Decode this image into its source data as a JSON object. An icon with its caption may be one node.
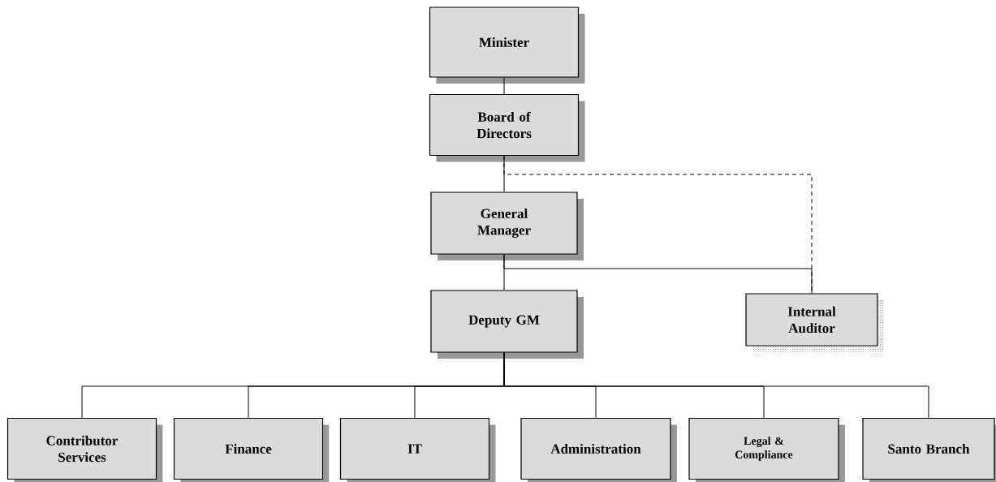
{
  "diagram": {
    "nodes": [
      {
        "text": [
          "Minister"
        ]
      },
      {
        "text": [
          "Board of Directors"
        ]
      },
      {
        "text": [
          "General Manager"
        ]
      },
      {
        "text": [
          "Deputy GM"
        ]
      },
      {
        "text": [
          "Internal Auditor"
        ]
      },
      {
        "text": [
          "Contributor Services"
        ]
      },
      {
        "text": [
          "Finance"
        ]
      },
      {
        "text": [
          "IT"
        ]
      },
      {
        "text": [
          "Administration"
        ]
      },
      {
        "text": [
          "Legal & Compliance"
        ]
      },
      {
        "text": [
          "Santo Branch"
        ]
      }
    ],
    "edges": [
      {
        "from": 0,
        "to": 1,
        "arrow": "none"
      },
      {
        "from": 1,
        "to": 2,
        "arrow": "none"
      },
      {
        "from": 1,
        "to": 4,
        "arrow": "none",
        "style": "dashed"
      },
      {
        "from": 2,
        "to": 3,
        "arrow": "none"
      },
      {
        "from": 2,
        "to": 4,
        "arrow": "none"
      },
      {
        "from": 3,
        "to": 5,
        "arrow": "none"
      },
      {
        "from": 3,
        "to": 6,
        "arrow": "none"
      },
      {
        "from": 3,
        "to": 7,
        "arrow": "none"
      },
      {
        "from": 3,
        "to": 8,
        "arrow": "none"
      },
      {
        "from": 3,
        "to": 9,
        "arrow": "none"
      },
      {
        "from": 3,
        "to": 10,
        "arrow": "none"
      }
    ]
  }
}
